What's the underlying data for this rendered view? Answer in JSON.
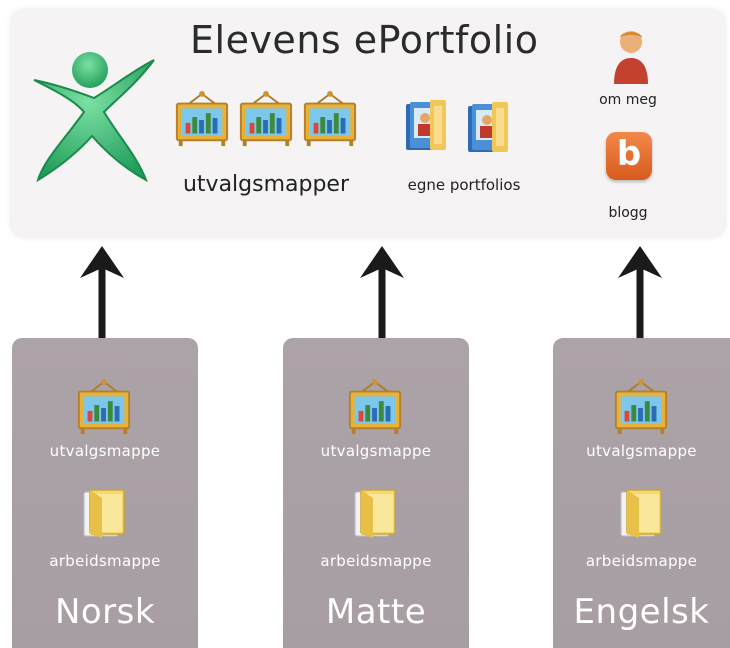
{
  "portfolio": {
    "title": "Elevens ePortfolio",
    "utvalgsmapper_label": "utvalgsmapper",
    "egne_portfolios_label": "egne portfolios",
    "om_meg_label": "om meg",
    "blogg_label": "blogg",
    "blogg_letter": "b"
  },
  "subjects": [
    {
      "name": "Norsk",
      "utvalgsmappe_label": "utvalgsmappe",
      "arbeidsmappe_label": "arbeidsmappe"
    },
    {
      "name": "Matte",
      "utvalgsmappe_label": "utvalgsmappe",
      "arbeidsmappe_label": "arbeidsmappe"
    },
    {
      "name": "Engelsk",
      "utvalgsmappe_label": "utvalgsmappe",
      "arbeidsmappe_label": "arbeidsmappe"
    }
  ],
  "colors": {
    "panel_bg": "#f5f3f3",
    "card_bg": "#aca3a8",
    "logo_green": "#2fb56e",
    "arrow": "#1a1a1a",
    "blogg_orange": "#e8682a"
  },
  "icons": {
    "logo": "ePortfolio-figure-logo",
    "presentation_board": "chart-board-icon",
    "portfolio_folder": "blue-portfolio-folder-icon",
    "person": "person-icon",
    "blog": "blog-icon",
    "work_folder": "yellow-folder-icon"
  }
}
